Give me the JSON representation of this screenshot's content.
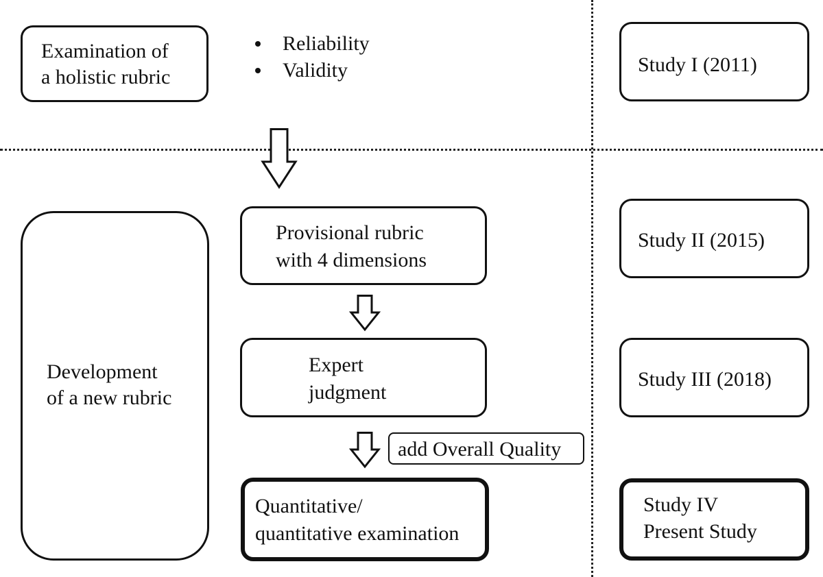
{
  "top_section": {
    "holistic_box": {
      "line1": "Examination of",
      "line2": "a holistic rubric"
    },
    "bullets": [
      "Reliability",
      "Validity"
    ]
  },
  "middle_column": {
    "provisional_box": {
      "line1": "Provisional rubric",
      "line2": "with 4 dimensions"
    },
    "expert_box": {
      "line1": "Expert",
      "line2": "judgment"
    },
    "add_label": "add Overall Quality",
    "quantitative_box": {
      "line1": "Quantitative/",
      "line2": "quantitative examination"
    }
  },
  "left_column": {
    "development_box": {
      "line1": "Development",
      "line2": "of a new rubric"
    }
  },
  "studies": {
    "study1": "Study I (2011)",
    "study2": "Study II (2015)",
    "study3": "Study III (2018)",
    "study4": {
      "line1": "Study IV",
      "line2": "Present Study"
    }
  },
  "icons": [
    "down-arrow-icon"
  ],
  "colors": {
    "line": "#111111",
    "background": "#ffffff"
  }
}
